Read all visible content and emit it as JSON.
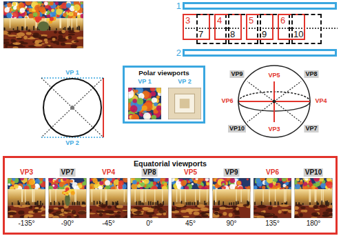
{
  "diagram": {
    "nodes": [
      {
        "text": [
          "1"
        ]
      },
      {
        "text": [
          "3"
        ]
      },
      {
        "text": [
          "7"
        ]
      },
      {
        "text": [
          "4"
        ]
      },
      {
        "text": [
          "8"
        ]
      },
      {
        "text": [
          "5"
        ]
      },
      {
        "text": [
          "9"
        ]
      },
      {
        "text": [
          "6"
        ]
      },
      {
        "text": [
          "10"
        ]
      },
      {
        "text": [
          "2"
        ]
      },
      {
        "text": [
          "Polar viewports"
        ]
      },
      {
        "text": [
          "VP 1"
        ],
        "in": 10
      },
      {
        "text": [
          "VP 2"
        ],
        "in": 10
      },
      {
        "text": [
          "Equatorial viewports"
        ]
      },
      {
        "text": [
          "VP3",
          "-135°"
        ],
        "in": 13
      },
      {
        "text": [
          "VP7",
          "-90°"
        ],
        "in": 13
      },
      {
        "text": [
          "VP4",
          "-45°"
        ],
        "in": 13
      },
      {
        "text": [
          "VP8",
          "0°"
        ],
        "in": 13
      },
      {
        "text": [
          "VP5",
          "45°"
        ],
        "in": 13
      },
      {
        "text": [
          "VP9",
          "90°"
        ],
        "in": 13
      },
      {
        "text": [
          "VP6",
          "135°"
        ],
        "in": 13
      },
      {
        "text": [
          "VP10",
          "180°"
        ],
        "in": 13
      }
    ],
    "labels": [
      "VP 1",
      "VP 2",
      "VP5",
      "VP8",
      "VP9",
      "VP6",
      "VP4",
      "VP10",
      "VP3",
      "VP7"
    ]
  }
}
